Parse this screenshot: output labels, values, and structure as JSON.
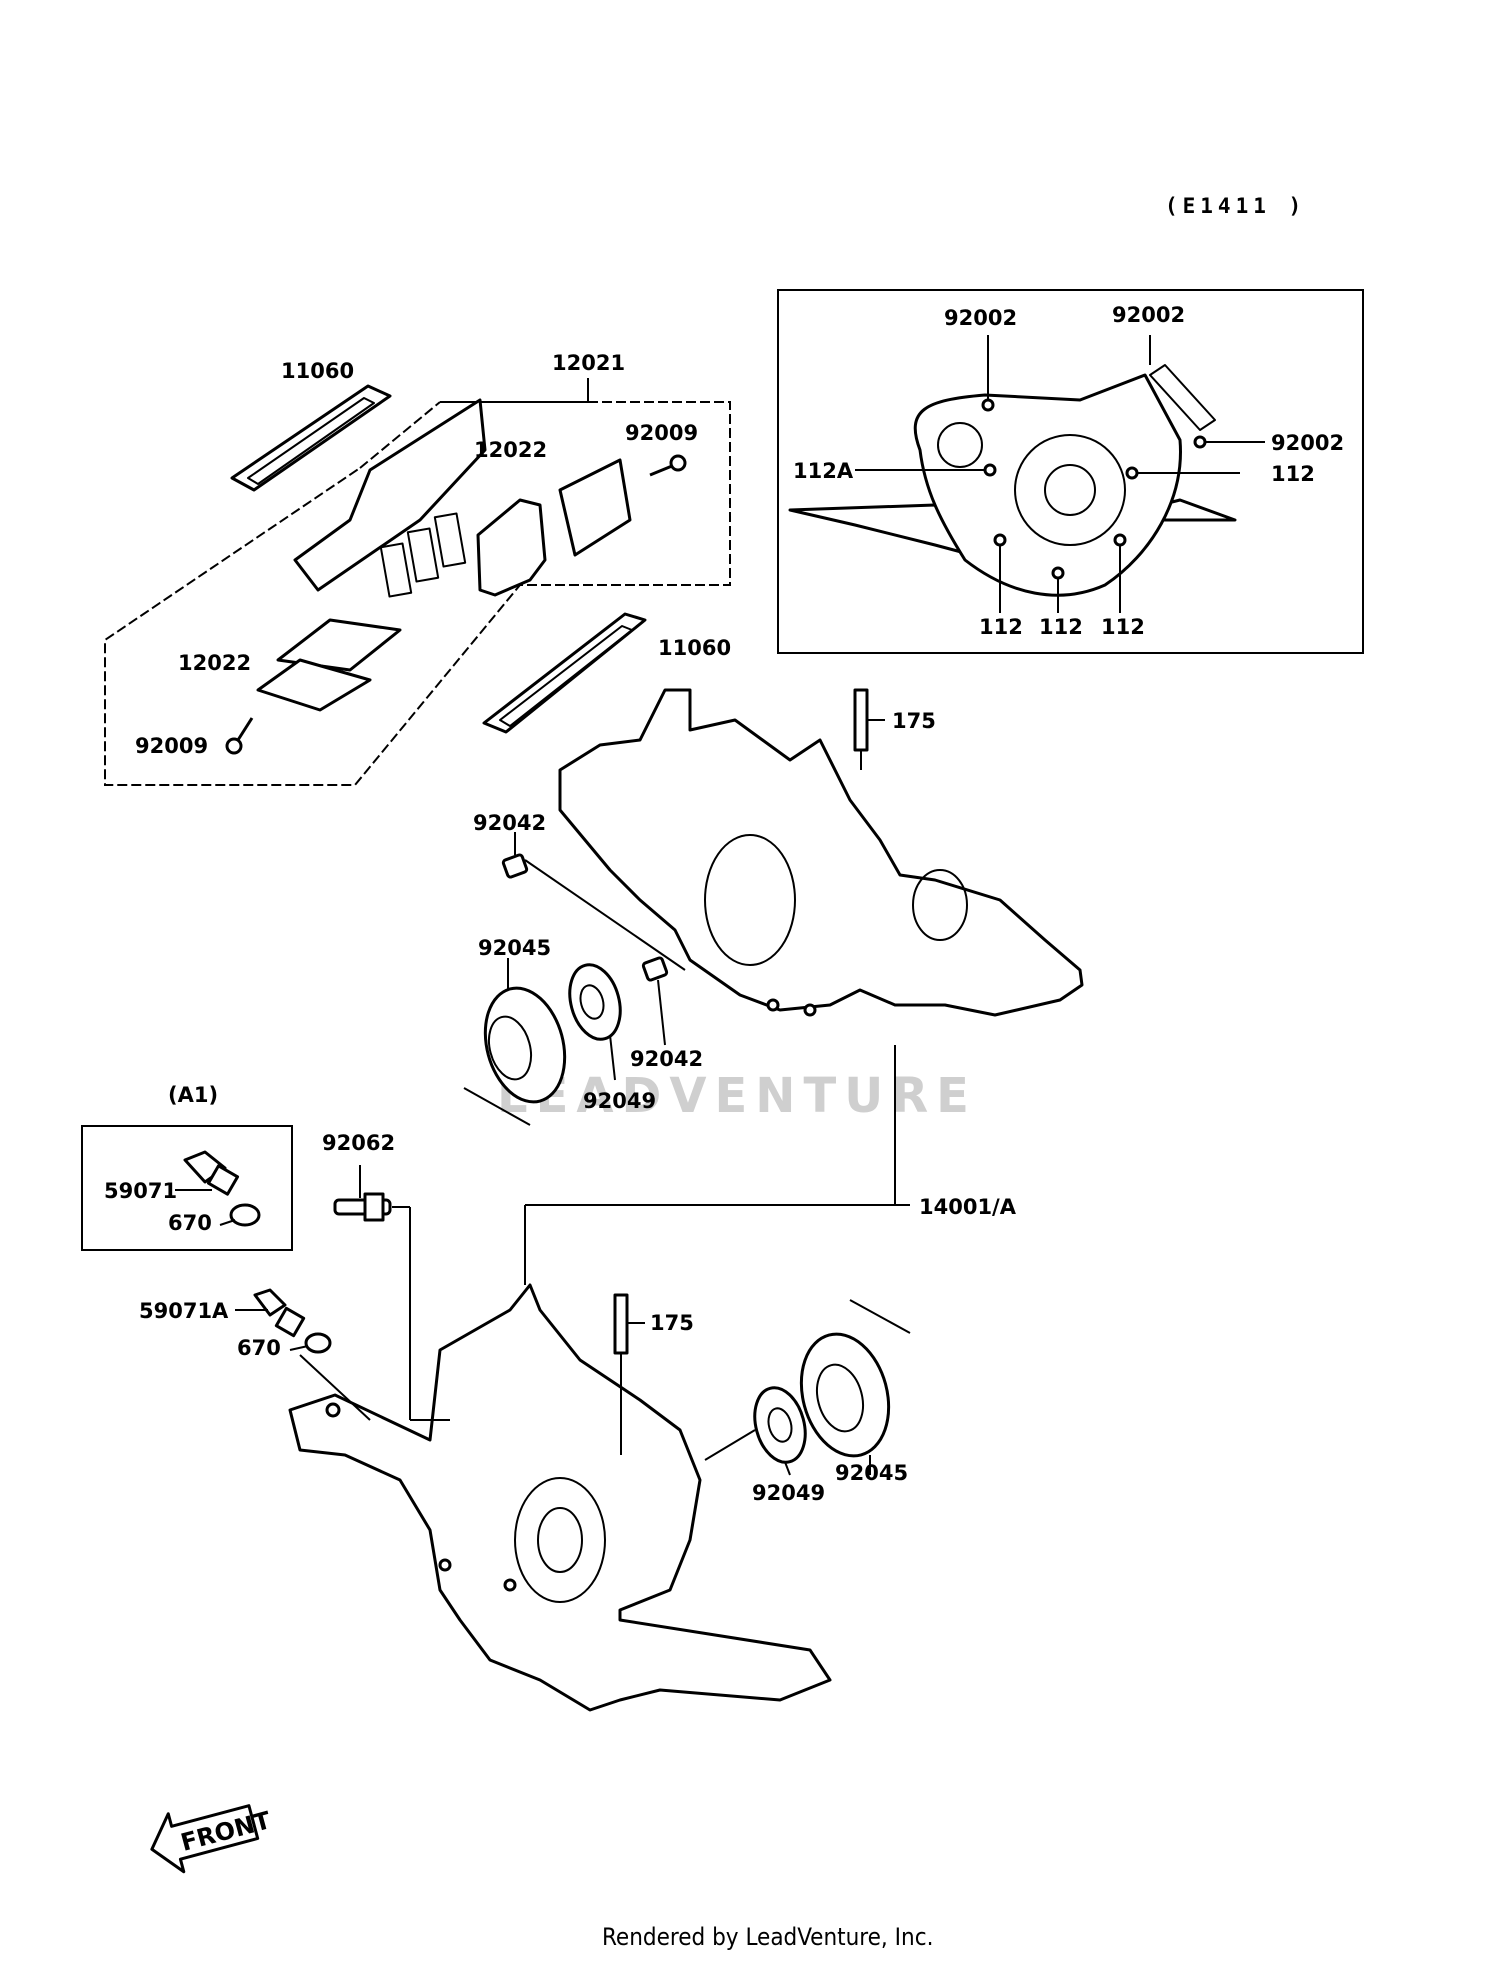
{
  "diagram": {
    "code": "(E1411 )",
    "watermark": "LEADVENTURE",
    "footer": "Rendered by LeadVenture, Inc.",
    "front_label": "FRONT",
    "group_label": "(A1)",
    "labels": {
      "p11060_top": "11060",
      "p12021": "12021",
      "p12022_top": "12022",
      "p92009_top": "92009",
      "p12022_bottom": "12022",
      "p92009_bottom": "92009",
      "p11060_bottom": "11060",
      "p92002_a": "92002",
      "p92002_b": "92002",
      "p92002_c": "92002",
      "p112A": "112A",
      "p112_right": "112",
      "p112_b1": "112",
      "p112_b2": "112",
      "p112_b3": "112",
      "p175_top": "175",
      "p92042_top": "92042",
      "p92045_top": "92045",
      "p92042_bottom": "92042",
      "p92049_top": "92049",
      "p92062": "92062",
      "p59071": "59071",
      "p670_a": "670",
      "p59071A": "59071A",
      "p670_b": "670",
      "p14001A": "14001/A",
      "p175_bottom": "175",
      "p92049_bottom": "92049",
      "p92045_bottom": "92045"
    }
  }
}
